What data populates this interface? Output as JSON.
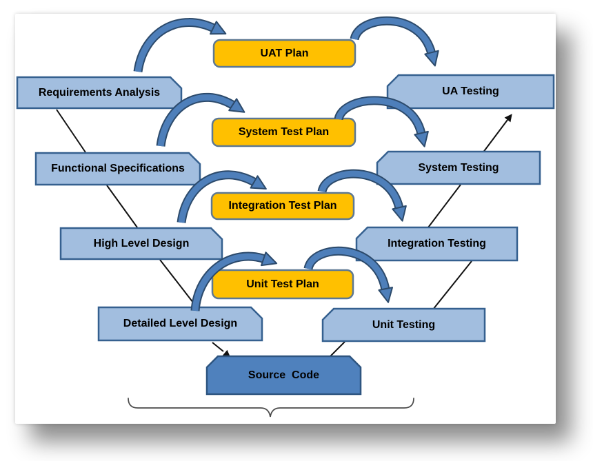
{
  "boxes": {
    "left": [
      "Requirements Analysis",
      "Functional Specifications",
      "High Level Design",
      "Detailed Level Design"
    ],
    "plans": [
      "UAT Plan",
      "System Test Plan",
      "Integration Test Plan",
      "Unit Test Plan"
    ],
    "right": [
      "UA Testing",
      "System Testing",
      "Integration Testing",
      "Unit Testing"
    ],
    "source": "Source  Code"
  },
  "colors": {
    "phase_box_fill": "#A2BEDF",
    "phase_box_border": "#35608F",
    "plan_box_fill": "#FFC000",
    "plan_box_border": "#5D7893",
    "source_box_fill": "#4F81BD",
    "source_box_border": "#2E5580",
    "curved_arrow_fill": "#4E7FBA",
    "curved_arrow_outline": "#2C4A6B",
    "connector_line": "#111111",
    "brace": "#4A4A4A"
  }
}
